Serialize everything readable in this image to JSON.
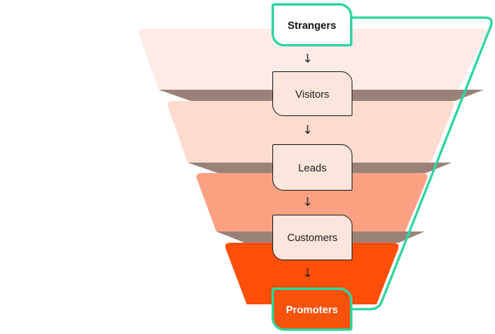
{
  "diagram": {
    "stages": [
      {
        "id": "strangers",
        "label": "Strangers"
      },
      {
        "id": "visitors",
        "label": "Visitors"
      },
      {
        "id": "leads",
        "label": "Leads"
      },
      {
        "id": "customers",
        "label": "Customers"
      },
      {
        "id": "promoters",
        "label": "Promoters"
      }
    ],
    "arrow_glyph": "↓"
  },
  "colors": {
    "layer_1": "#fcebe6",
    "layer_2": "#fddccf",
    "layer_3": "#fba183",
    "layer_4": "#fc4f0a",
    "shadow": "#9a8279",
    "accent": "#2fd5a0",
    "promoters_fill": "#f5520b"
  }
}
